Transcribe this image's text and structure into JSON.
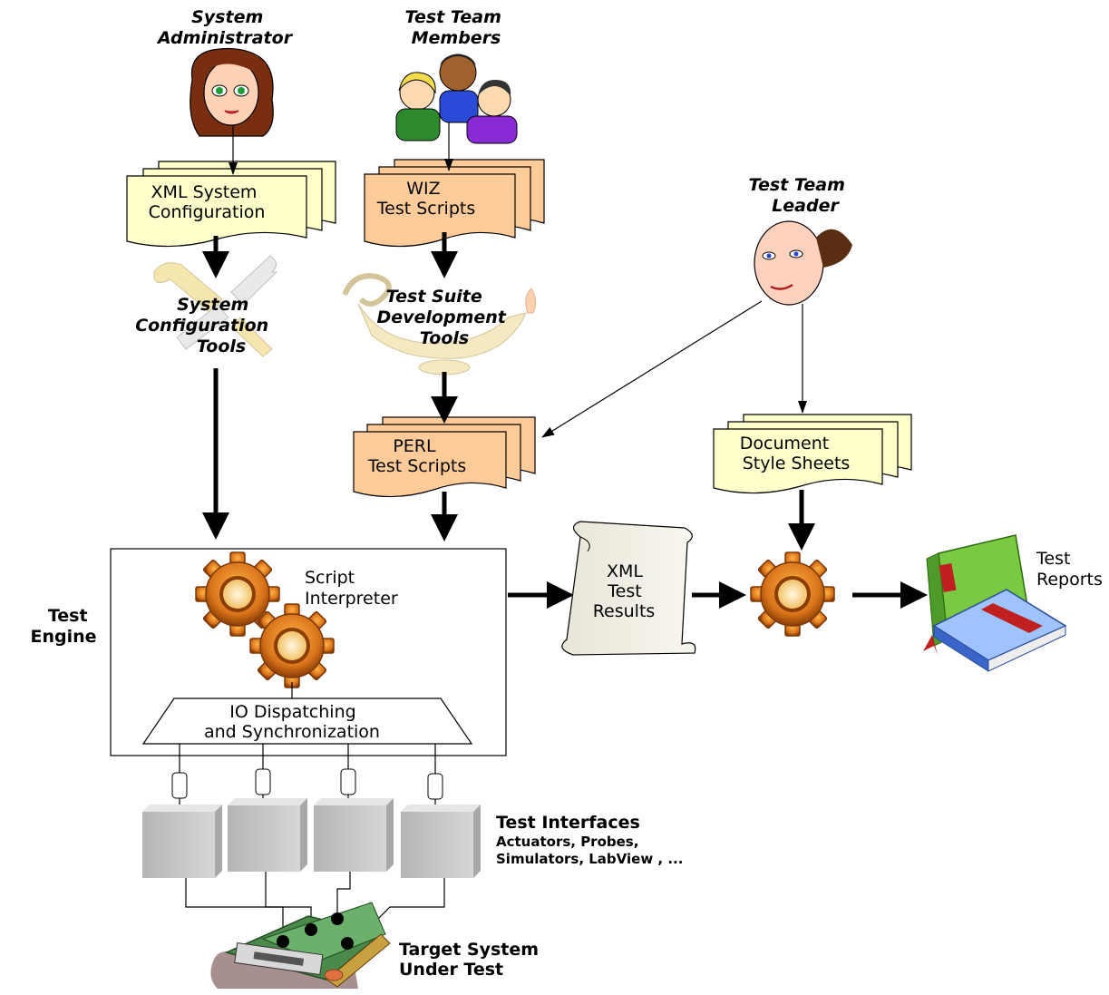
{
  "actors": {
    "sys_admin": [
      "System",
      "Administrator"
    ],
    "team_members": [
      "Test Team",
      "Members"
    ],
    "team_leader": [
      "Test Team",
      "Leader"
    ]
  },
  "docs": {
    "xml_config": [
      "XML System",
      "Configuration"
    ],
    "wiz_scripts": [
      "WIZ",
      "Test Scripts"
    ],
    "perl_scripts": [
      "PERL",
      "Test Scripts"
    ],
    "style_sheets": [
      "Document",
      "Style Sheets"
    ]
  },
  "tools": {
    "sys_config_tools": [
      "System",
      "Configuration",
      "Tools"
    ],
    "suite_dev_tools": [
      "Test Suite",
      "Development",
      "Tools"
    ]
  },
  "engine": {
    "label": [
      "Test",
      "Engine"
    ],
    "interpreter": [
      "Script",
      "Interpreter"
    ],
    "dispatch": [
      "IO Dispatching",
      "and Synchronization"
    ]
  },
  "results": [
    "XML",
    "Test",
    "Results"
  ],
  "reports": [
    "Test",
    "Reports"
  ],
  "interfaces": {
    "title": "Test Interfaces",
    "detail": [
      "Actuators, Probes,",
      "Simulators, LabView , ..."
    ]
  },
  "target": [
    "Target System",
    "Under Test"
  ],
  "colors": {
    "doc_yellow": "#ffffcc",
    "doc_orange": "#ffcc99",
    "gear_orange": "#d9731a",
    "box_gray": "#c9c9c9"
  }
}
